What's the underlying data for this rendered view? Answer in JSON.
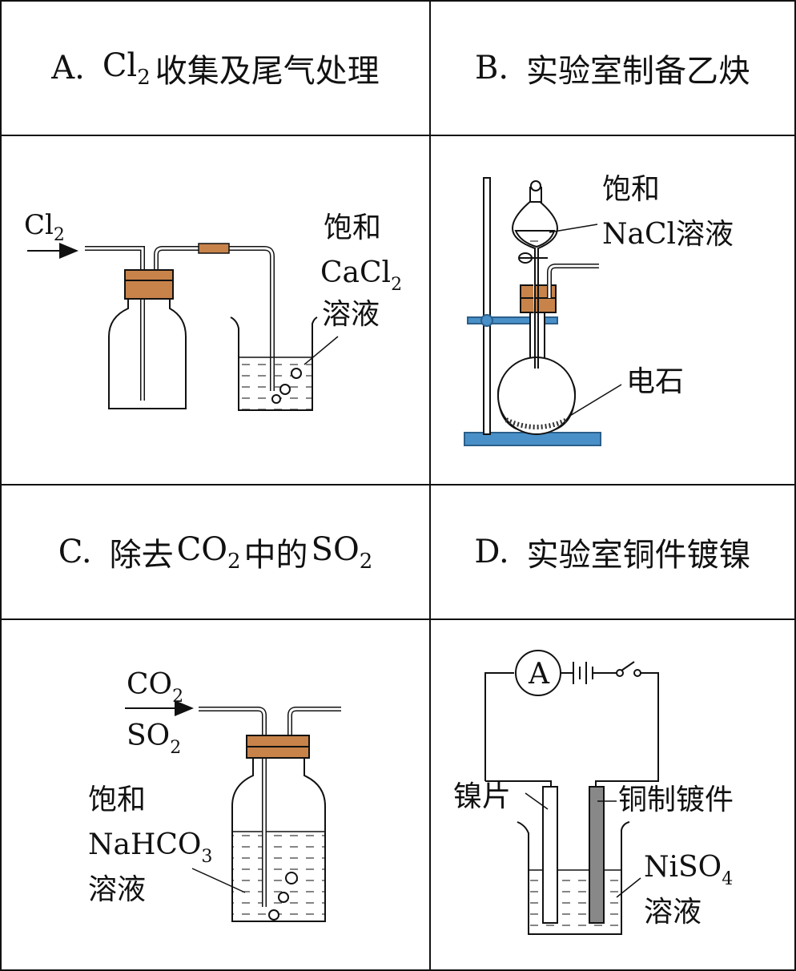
{
  "panels": {
    "A": {
      "letter": "A.",
      "title": {
        "pre": "Cl",
        "sub": "2",
        "post": "收集及尾气处理"
      },
      "labels": {
        "gas": "Cl",
        "gas_sub": "2",
        "sol1": "饱和",
        "sol2": "CaCl",
        "sol2_sub": "2",
        "sol3": "溶液"
      }
    },
    "B": {
      "letter": "B.",
      "title": {
        "text": "实验室制备乙炔"
      },
      "labels": {
        "sol1": "饱和",
        "sol2": "NaCl溶液",
        "solid": "电石"
      }
    },
    "C": {
      "letter": "C.",
      "title": {
        "pre": "除去",
        "f1": "CO",
        "f1_sub": "2",
        "mid": "中的",
        "f2": "SO",
        "f2_sub": "2"
      },
      "labels": {
        "g1": "CO",
        "g1_sub": "2",
        "g2": "SO",
        "g2_sub": "2",
        "sol1": "饱和",
        "sol2": "NaHCO",
        "sol2_sub": "3",
        "sol3": "溶液"
      }
    },
    "D": {
      "letter": "D.",
      "title": {
        "text": "实验室铜件镀镍"
      },
      "labels": {
        "ammeter": "A",
        "left_electrode": "镍片",
        "right_electrode": "铜制镀件",
        "sol1": "NiSO",
        "sol1_sub": "4",
        "sol2": "溶液"
      }
    }
  },
  "colors": {
    "stopper": "#c8834a",
    "stand": "#4a90c8",
    "line": "#111111",
    "electrode": "#888888"
  }
}
